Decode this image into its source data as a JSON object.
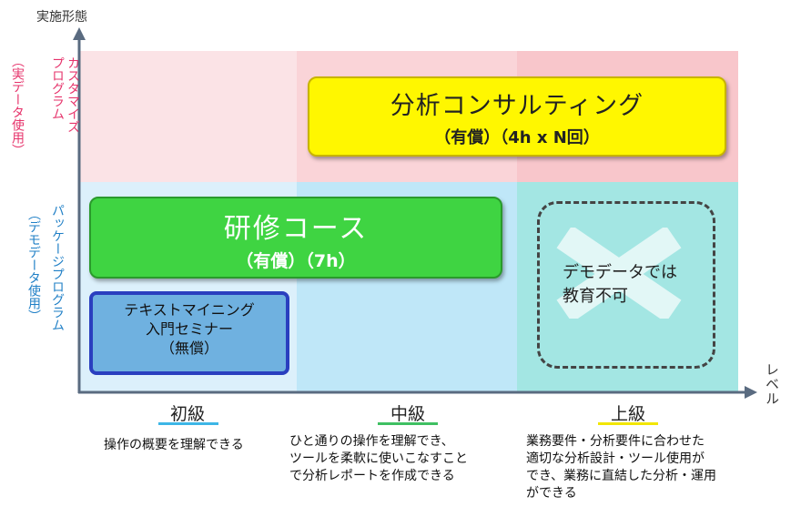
{
  "axes": {
    "y_label": "実施形態",
    "x_label": "レベル"
  },
  "rows": {
    "custom": {
      "title": "カスタマイズ\nプログラム",
      "sub": "（実データ使用）"
    },
    "package": {
      "title": "パッケージプログラム",
      "sub": "（デモデータ使用）"
    }
  },
  "boxes": {
    "consulting": {
      "title": "分析コンサルティング",
      "sub": "（有償）（4h x N回）"
    },
    "training": {
      "title": "研修コース",
      "sub": "（有償）（7h）"
    },
    "textmining": {
      "line1": "テキストマイニング",
      "line2": "入門セミナー",
      "line3": "（無償）"
    },
    "demo": {
      "line1": "デモデータでは",
      "line2": "教育不可"
    }
  },
  "levels": [
    {
      "label": "初級",
      "color": "#3db6e6",
      "desc": [
        "操作の概要を理解できる"
      ]
    },
    {
      "label": "中級",
      "color": "#3fc062",
      "desc": [
        "ひと通りの操作を理解でき、",
        "ツールを柔軟に使いこなすこと",
        "で分析レポートを作成できる"
      ]
    },
    {
      "label": "上級",
      "color": "#f2e600",
      "desc": [
        "業務要件・分析要件に合わせた",
        "適切な分析設計・ツール使用が",
        "でき、業務に直結した分析・運用",
        "ができる"
      ]
    }
  ]
}
